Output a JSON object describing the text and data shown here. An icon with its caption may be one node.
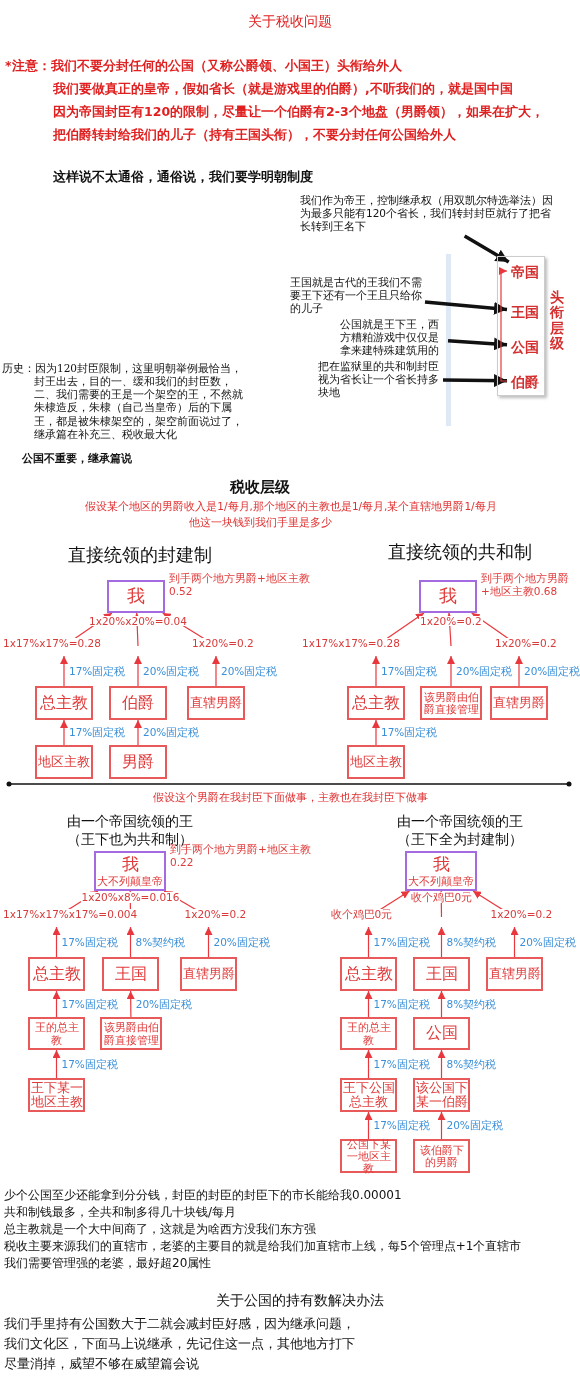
{
  "diagram": {
    "title": "关于税收问题",
    "nodes": [
      {
        "text": [
          "我们作为帝王，控制继承权（用双凯尔特选举法）因为最多只能有120个省长，我们转封封臣就行了把省长转到王名下"
        ]
      },
      {
        "text": [
          "王国就是古代的王我们不需要王下还有一个王且只给你的儿子"
        ]
      },
      {
        "text": [
          "公国就是王下王，西方糟粕游戏中仅仅是拿来建特殊建筑用的"
        ]
      },
      {
        "text": [
          "把在监狱里的共和制封臣视为省长让一个省长持多块地"
        ]
      },
      {
        "text": [],
        "shape": "box"
      },
      {
        "text": [
          "帝国"
        ],
        "in": 4
      },
      {
        "text": [
          "王国"
        ],
        "in": 4
      },
      {
        "text": [
          "公国"
        ],
        "in": 4
      },
      {
        "text": [
          "伯爵"
        ],
        "in": 4
      },
      {
        "text": [
          "我"
        ],
        "beside": [
          "到手两个地方男爵+地区主教0.52"
        ]
      },
      {
        "text": [
          "总主教"
        ]
      },
      {
        "text": [
          "伯爵"
        ]
      },
      {
        "text": [
          "直辖男爵"
        ]
      },
      {
        "text": [
          "地区主教"
        ]
      },
      {
        "text": [
          "男爵"
        ]
      },
      {
        "text": [
          "我"
        ],
        "beside": [
          "到手两个地方男爵+地区主教0.68"
        ]
      },
      {
        "text": [
          "总主教"
        ]
      },
      {
        "text": [
          "该男爵由伯爵直接管理"
        ]
      },
      {
        "text": [
          "直辖男爵"
        ]
      },
      {
        "text": [
          "地区主教"
        ]
      },
      {
        "text": [
          "我",
          "大不列颠皇帝"
        ],
        "beside": [
          "到手两个地方男爵+地区主教0.22"
        ]
      },
      {
        "text": [
          "总主教"
        ]
      },
      {
        "text": [
          "王国"
        ]
      },
      {
        "text": [
          "直辖男爵"
        ]
      },
      {
        "text": [
          "王的总主教"
        ]
      },
      {
        "text": [
          "该男爵由伯爵直接管理"
        ]
      },
      {
        "text": [
          "王下某一地区主教"
        ]
      },
      {
        "text": [
          "我",
          "大不列颠皇帝"
        ]
      },
      {
        "text": [
          "总主教"
        ]
      },
      {
        "text": [
          "王国"
        ]
      },
      {
        "text": [
          "直辖男爵"
        ]
      },
      {
        "text": [
          "王的总主教"
        ]
      },
      {
        "text": [
          "公国"
        ]
      },
      {
        "text": [
          "王下公国总主教"
        ]
      },
      {
        "text": [
          "该公国下某一伯爵"
        ]
      },
      {
        "text": [
          "公国下某一地区主教"
        ]
      },
      {
        "text": [
          "该伯爵下的男爵"
        ]
      }
    ],
    "edges": [
      {
        "from": 0,
        "to": 5,
        "arrow": "to",
        "style": "thick",
        "color": "#111111"
      },
      {
        "from": 1,
        "to": 6,
        "arrow": "to",
        "style": "thick",
        "color": "#111111"
      },
      {
        "from": 2,
        "to": 7,
        "arrow": "to",
        "style": "thick",
        "color": "#111111"
      },
      {
        "from": 3,
        "to": 8,
        "arrow": "to",
        "style": "thick",
        "color": "#111111"
      },
      {
        "from": 10,
        "to": null,
        "arrow": "to",
        "label": "17%固定税"
      },
      {
        "from": null,
        "to": 9,
        "arrow": "to",
        "label": "1x17%x17%=0.28"
      },
      {
        "from": 11,
        "to": null,
        "arrow": "to",
        "label": "20%固定税"
      },
      {
        "from": null,
        "to": 9,
        "arrow": "to",
        "label": "1x20%x20%=0.04"
      },
      {
        "from": 12,
        "to": null,
        "arrow": "to",
        "label": "20%固定税"
      },
      {
        "from": null,
        "to": 9,
        "arrow": "to",
        "label": "1x20%=0.2"
      },
      {
        "from": 13,
        "to": 10,
        "arrow": "to",
        "label": "17%固定税"
      },
      {
        "from": 14,
        "to": 11,
        "arrow": "to",
        "label": "20%固定税"
      },
      {
        "from": 16,
        "to": null,
        "arrow": "to",
        "label": "17%固定税"
      },
      {
        "from": null,
        "to": 15,
        "arrow": "to",
        "label": "1x17%x17%=0.28"
      },
      {
        "from": 17,
        "to": null,
        "arrow": "to",
        "label": "20%固定税"
      },
      {
        "from": null,
        "to": 15,
        "arrow": "to",
        "label": "1x20%=0.2"
      },
      {
        "from": 18,
        "to": null,
        "arrow": "to",
        "label": "20%固定税"
      },
      {
        "from": null,
        "to": 15,
        "arrow": "to",
        "label": "1x20%=0.2"
      },
      {
        "from": 19,
        "to": 16,
        "arrow": "to",
        "label": "17%固定税"
      },
      {
        "from": 21,
        "to": null,
        "arrow": "to",
        "label": "17%固定税"
      },
      {
        "from": null,
        "to": 20,
        "arrow": "to",
        "label": "1x17%x17%x17%=0.004"
      },
      {
        "from": 22,
        "to": null,
        "arrow": "to",
        "label": "8%契约税"
      },
      {
        "from": null,
        "to": 20,
        "arrow": "to",
        "label": "1x20%x8%=0.016"
      },
      {
        "from": 23,
        "to": null,
        "arrow": "to",
        "label": "20%固定税"
      },
      {
        "from": null,
        "to": 20,
        "arrow": "to",
        "label": "1x20%=0.2"
      },
      {
        "from": 24,
        "to": 21,
        "arrow": "to",
        "label": "17%固定税"
      },
      {
        "from": 25,
        "to": 22,
        "arrow": "to",
        "label": "20%固定税"
      },
      {
        "from": 26,
        "to": 24,
        "arrow": "to",
        "label": "17%固定税"
      },
      {
        "from": 28,
        "to": null,
        "arrow": "to",
        "label": "17%固定税"
      },
      {
        "from": null,
        "to": 27,
        "arrow": "to",
        "label": "收个鸡巴0元"
      },
      {
        "from": 29,
        "to": null,
        "arrow": "to",
        "label": "8%契约税"
      },
      {
        "from": null,
        "to": 27,
        "arrow": "to",
        "label": "收个鸡巴0元"
      },
      {
        "from": 30,
        "to": null,
        "arrow": "to",
        "label": "20%固定税"
      },
      {
        "from": null,
        "to": 27,
        "arrow": "to",
        "label": "1x20%=0.2"
      },
      {
        "from": 31,
        "to": 28,
        "arrow": "to",
        "label": "17%固定税"
      },
      {
        "from": 32,
        "to": 29,
        "arrow": "to",
        "label": "8%契约税"
      },
      {
        "from": 33,
        "to": 31,
        "arrow": "to",
        "label": "17%固定税"
      },
      {
        "from": 34,
        "to": 32,
        "arrow": "to",
        "label": "8%契约税"
      },
      {
        "from": 35,
        "to": 33,
        "arrow": "to",
        "label": "17%固定税"
      },
      {
        "from": 36,
        "to": 34,
        "arrow": "to",
        "label": "20%固定税"
      },
      {
        "from": 8,
        "to": 5,
        "arrow": "to"
      }
    ],
    "labels": [
      "*注意：我们不要分封任何的公国（又称公爵领、小国王）头衔给外人",
      "我们要做真正的皇帝，假如省长（就是游戏里的伯爵）,不听我们的，就是国中国",
      "因为帝国封臣有120的限制，尽量让一个伯爵有2-3个地盘（男爵领），如果在扩大，",
      "把伯爵转封给我们的儿子（持有王国头衔），不要分封任何公国给外人",
      "这样说不太通俗，通俗说，我们要学明朝制度",
      "头衔层级",
      "历史：因为120封臣限制，这里明朝举例最恰当，封王出去，目的一、缓和我们的封臣数，二、我们需要的王是一个架空的王，不然就朱棣造反，朱棣（自己当皇帝）后的下属王，都是被朱棣架空的，架空前面说过了，继承篇在补充三、税收最大化",
      "公国不重要，继承篇说",
      "税收层级",
      "假设某个地区的男爵收入是1/每月,那个地区的主教也是1/每月,某个直辖地男爵1/每月",
      "他这一块钱到我们手里是多少",
      "直接统领的封建制",
      "直接统领的共和制",
      "假设这个男爵在我封臣下面做事，主教也在我封臣下做事",
      "由一个帝国统领的王（王下也为共和制）",
      "由一个帝国统领的王（王下全为封建制）",
      "少个公国至少还能拿到分分钱，封臣的封臣的封臣下的市长能给我0.00001",
      "共和制钱最多，全共和制多得几十块钱/每月",
      "总主教就是一个大中间商了，这就是为啥西方没我们东方强",
      "税收主要来源我们的直辖市，老婆的主要目的就是给我们加直辖市上线，每5个管理点+1个直辖市",
      "我们需要管理强的老婆，最好超20属性",
      "关于公国的持有数解决办法",
      "我们手里持有公国数大于二就会减封臣好感，因为继承问题，",
      "我们文化区，下面马上说继承，先记住这一点，其他地方打下",
      "尽量消掉，威望不够在威望篇会说"
    ]
  }
}
